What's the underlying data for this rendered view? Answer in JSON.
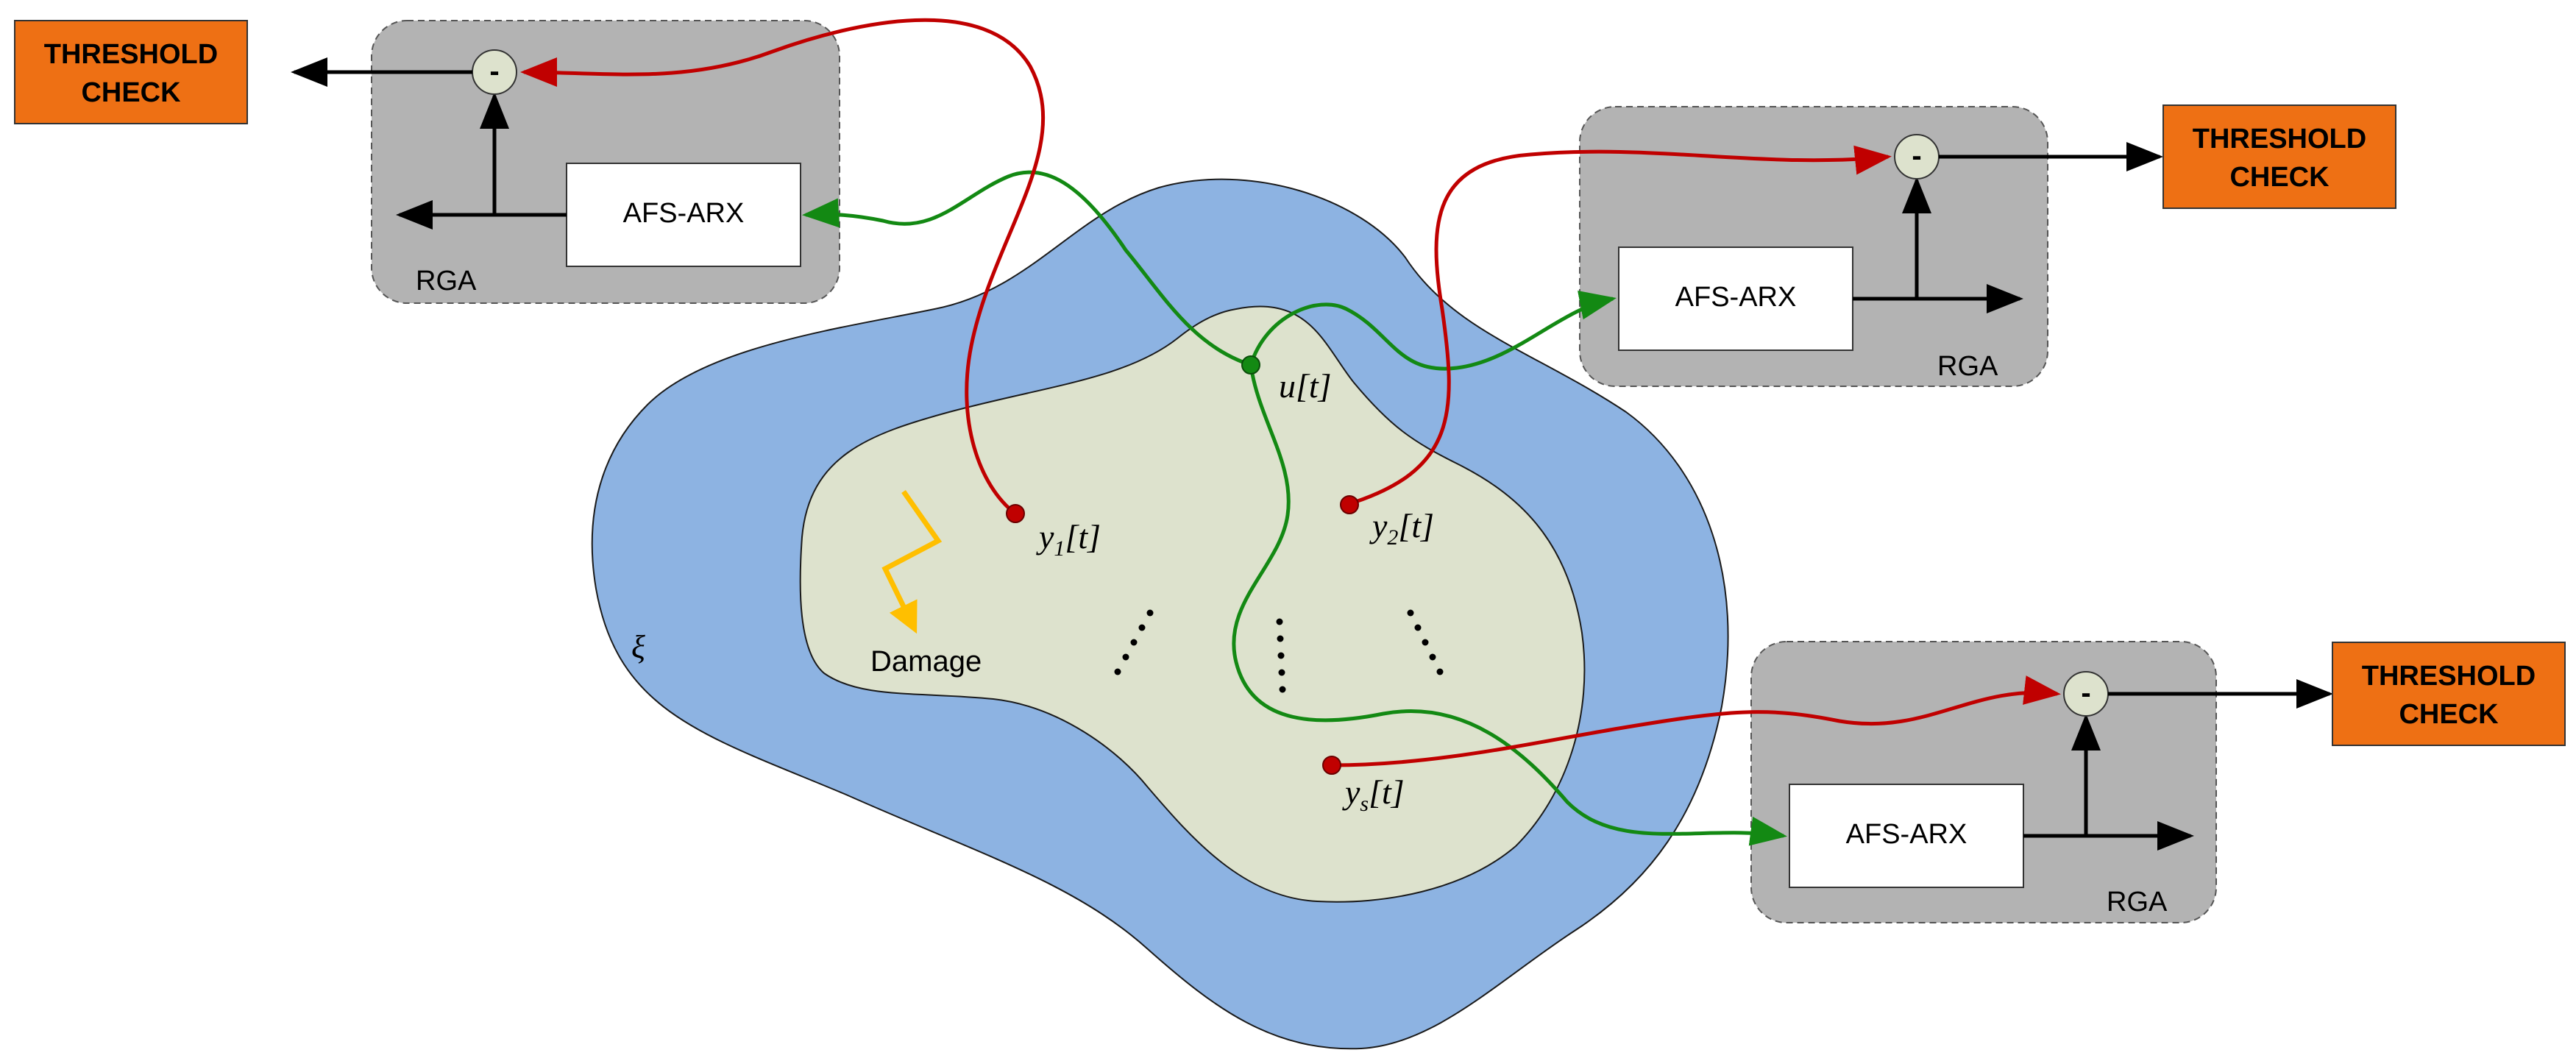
{
  "colors": {
    "outer_region": "#8db3e2",
    "inner_region": "#dde2cd",
    "rga_box": "#b3b3b3",
    "threshold_box": "#ee7014",
    "signal_output": "#c00000",
    "signal_input": "#138913",
    "damage": "#ffbf00",
    "subtractor": "#dde2cd"
  },
  "region": {
    "label": "ξ"
  },
  "damage": {
    "label": "Damage"
  },
  "input": {
    "base": "u",
    "arg": "[t]"
  },
  "outputs": [
    {
      "base": "y",
      "sub": "1",
      "arg": "[t]"
    },
    {
      "base": "y",
      "sub": "2",
      "arg": "[t]"
    },
    {
      "base": "y",
      "sub": "s",
      "arg": "[t]"
    }
  ],
  "units": [
    {
      "rga_label": "RGA",
      "model_label": "AFS-ARX",
      "subtract_symbol": "-",
      "threshold_lines": [
        "THRESHOLD",
        "CHECK"
      ]
    },
    {
      "rga_label": "RGA",
      "model_label": "AFS-ARX",
      "subtract_symbol": "-",
      "threshold_lines": [
        "THRESHOLD",
        "CHECK"
      ]
    },
    {
      "rga_label": "RGA",
      "model_label": "AFS-ARX",
      "subtract_symbol": "-",
      "threshold_lines": [
        "THRESHOLD",
        "CHECK"
      ]
    }
  ]
}
